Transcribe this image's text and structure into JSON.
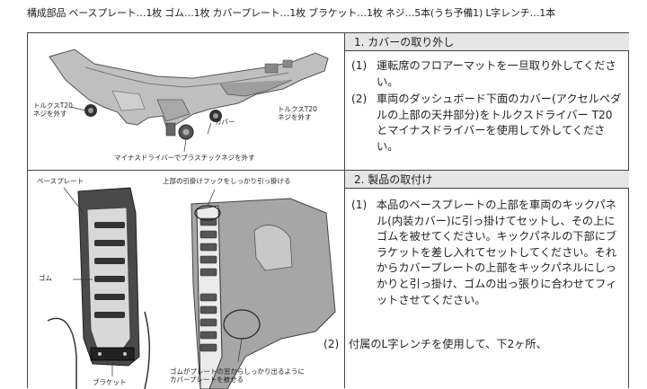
{
  "parts_list": "構成部品 ベースプレート…1枚 ゴム…1枚 カバープレート…1枚 ブラケット…1枚 ネジ…5本(うち予備1) L字レンチ…1本",
  "section1": {
    "title": "1. カバーの取り外し",
    "steps": [
      {
        "num": "(1)",
        "text": "運転席のフロアーマットを一旦取り外してください。"
      },
      {
        "num": "(2)",
        "text": "車両のダッシュボード下面のカバー(アクセルペダルの上部の天井部分)をトルクスドライバー T20 とマイナスドライバーを使用して外してください。"
      }
    ],
    "image_labels": {
      "torx_left": "トルクスT20\nネジを外す",
      "cover": "カバー",
      "torx_right": "トルクスT20\nネジを外す",
      "minus": "マイナスドライバーでプラスチックネジを外す"
    }
  },
  "section2": {
    "title": "2. 製品の取付け",
    "steps": [
      {
        "num": "(1)",
        "text": "本品のベースプレートの上部を車両のキックパネル(内装カバー)に引っ掛けてセットし、その上にゴムを被せてください。キックパネルの下部にブラケットを差し入れてセットしてください。それからカバープレートの上部をキックパネルにしっかりと引っ掛け、ゴムの出っ張りに合わせてフィットさせてください。"
      },
      {
        "num": "(2)",
        "text": "付属のL字レンチを使用して、下2ヶ所、"
      }
    ],
    "image_labels": {
      "base_plate": "ベースプレート",
      "rubber": "ゴム",
      "bracket": "ブラケット",
      "hook": "上部の引掛けフックをしっかり引っ掛ける",
      "rubber_note": "ゴムがプレートの窓からしっかり出るように\nカバープレートを被せる"
    }
  }
}
